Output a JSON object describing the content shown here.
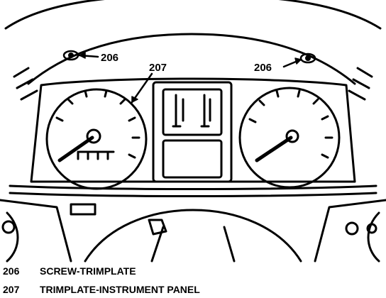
{
  "callouts": [
    {
      "id": "206-left",
      "text": "206"
    },
    {
      "id": "207",
      "text": "207"
    },
    {
      "id": "206-right",
      "text": "206"
    }
  ],
  "legend": [
    {
      "number": "206",
      "description": "SCREW-TRIMPLATE"
    },
    {
      "number": "207",
      "description": "TRIMPLATE-INSTRUMENT PANEL"
    }
  ]
}
